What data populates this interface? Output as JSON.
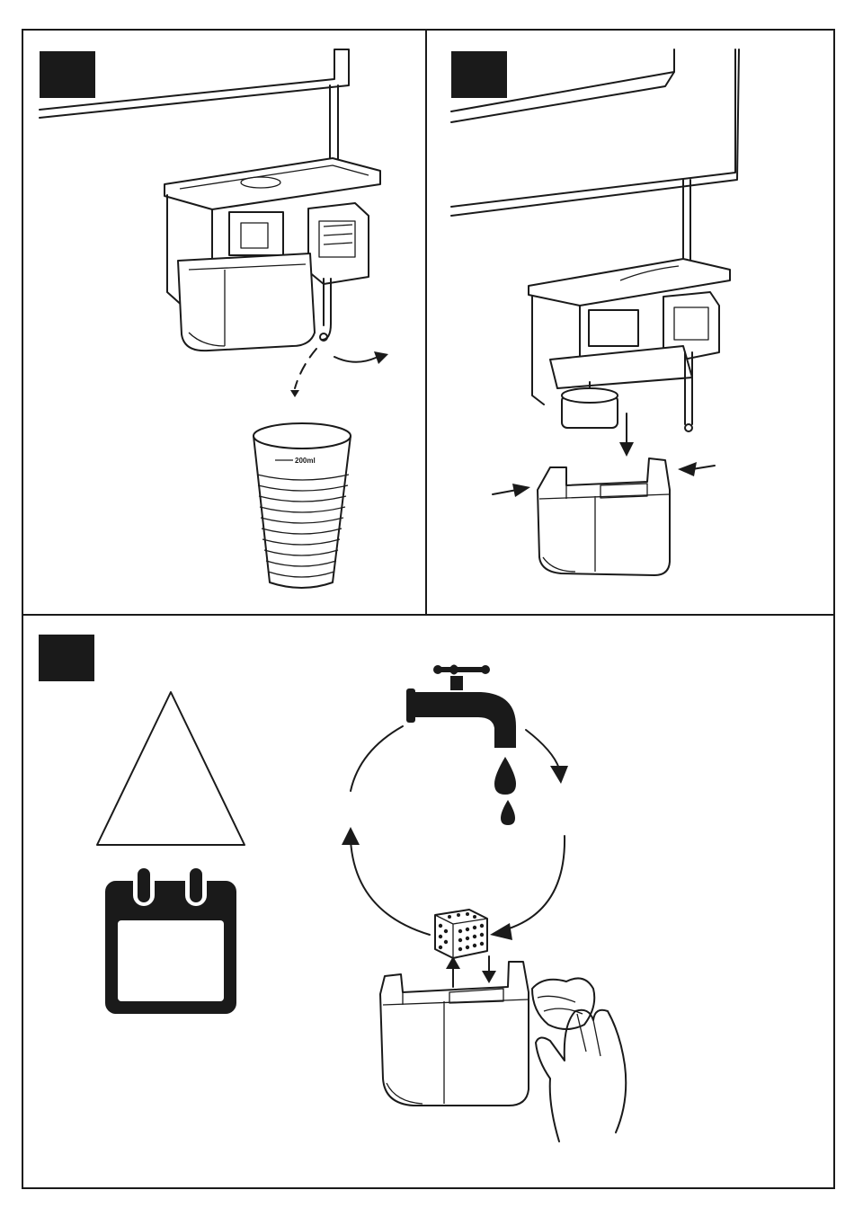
{
  "panels": [
    {
      "id": "panel-1",
      "step_box_color": "#1a1a1a"
    },
    {
      "id": "panel-2",
      "step_box_color": "#1a1a1a"
    },
    {
      "id": "panel-3",
      "step_box_color": "#1a1a1a"
    }
  ],
  "cup": {
    "mark_label": "200ml"
  },
  "colors": {
    "line": "#1a1a1a",
    "background": "#ffffff"
  },
  "icons": [
    "warning-triangle-icon",
    "calendar-icon",
    "water-tap-icon",
    "water-drop-icon",
    "filter-icon",
    "hand-cloth-icon"
  ]
}
